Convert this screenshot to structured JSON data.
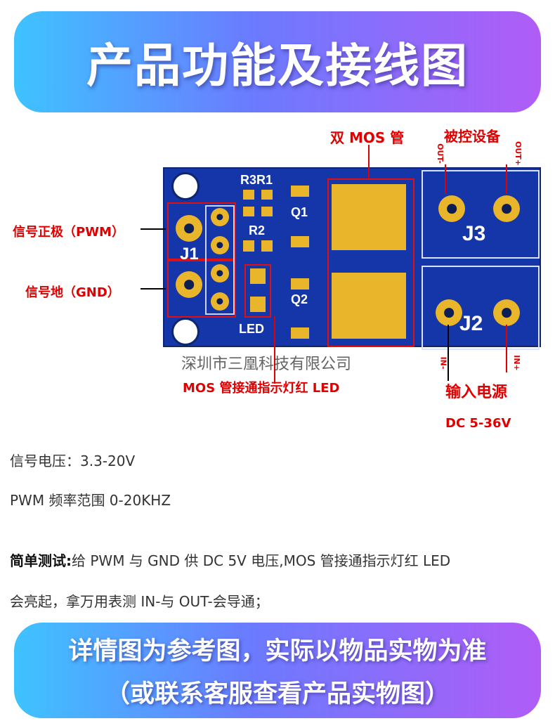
{
  "header": {
    "title": "产品功能及接线图"
  },
  "board": {
    "silk_r3r1": "R3R1",
    "silk_r2": "R2",
    "silk_q1": "Q1",
    "silk_q2": "Q2",
    "silk_j1": "J1",
    "silk_j2": "J2",
    "silk_j3": "J3",
    "silk_led": "LED",
    "pin_out_minus": "OUT-",
    "pin_out_plus": "OUT+",
    "pin_in_minus": "IN-",
    "pin_in_plus": "IN+"
  },
  "callouts": {
    "dual_mos": "双 MOS 管",
    "controlled_device": "被控设备",
    "signal_positive": "信号正极（PWM）",
    "signal_ground": "信号地（GND）",
    "mos_indicator": "MOS 管接通指示灯红 LED",
    "power_input": "输入电源",
    "power_spec": "DC 5-36V"
  },
  "watermark": {
    "line1": "深圳市三凰科技有限公司"
  },
  "specs": {
    "signal_voltage": "信号电压：3.3-20V",
    "pwm_freq": "PWM 频率范围 0-20KHZ",
    "test_label": "简单测试:",
    "test_text1": "给 PWM 与 GND 供 DC 5V 电压,MOS 管接通指示灯红 LED",
    "test_text2": "会亮起，拿万用表测 IN-与 OUT-会导通；"
  },
  "footer": {
    "line1": "详情图为参考图，实际以物品实物为准",
    "line2": "（或联系客服查看产品实物图）"
  }
}
